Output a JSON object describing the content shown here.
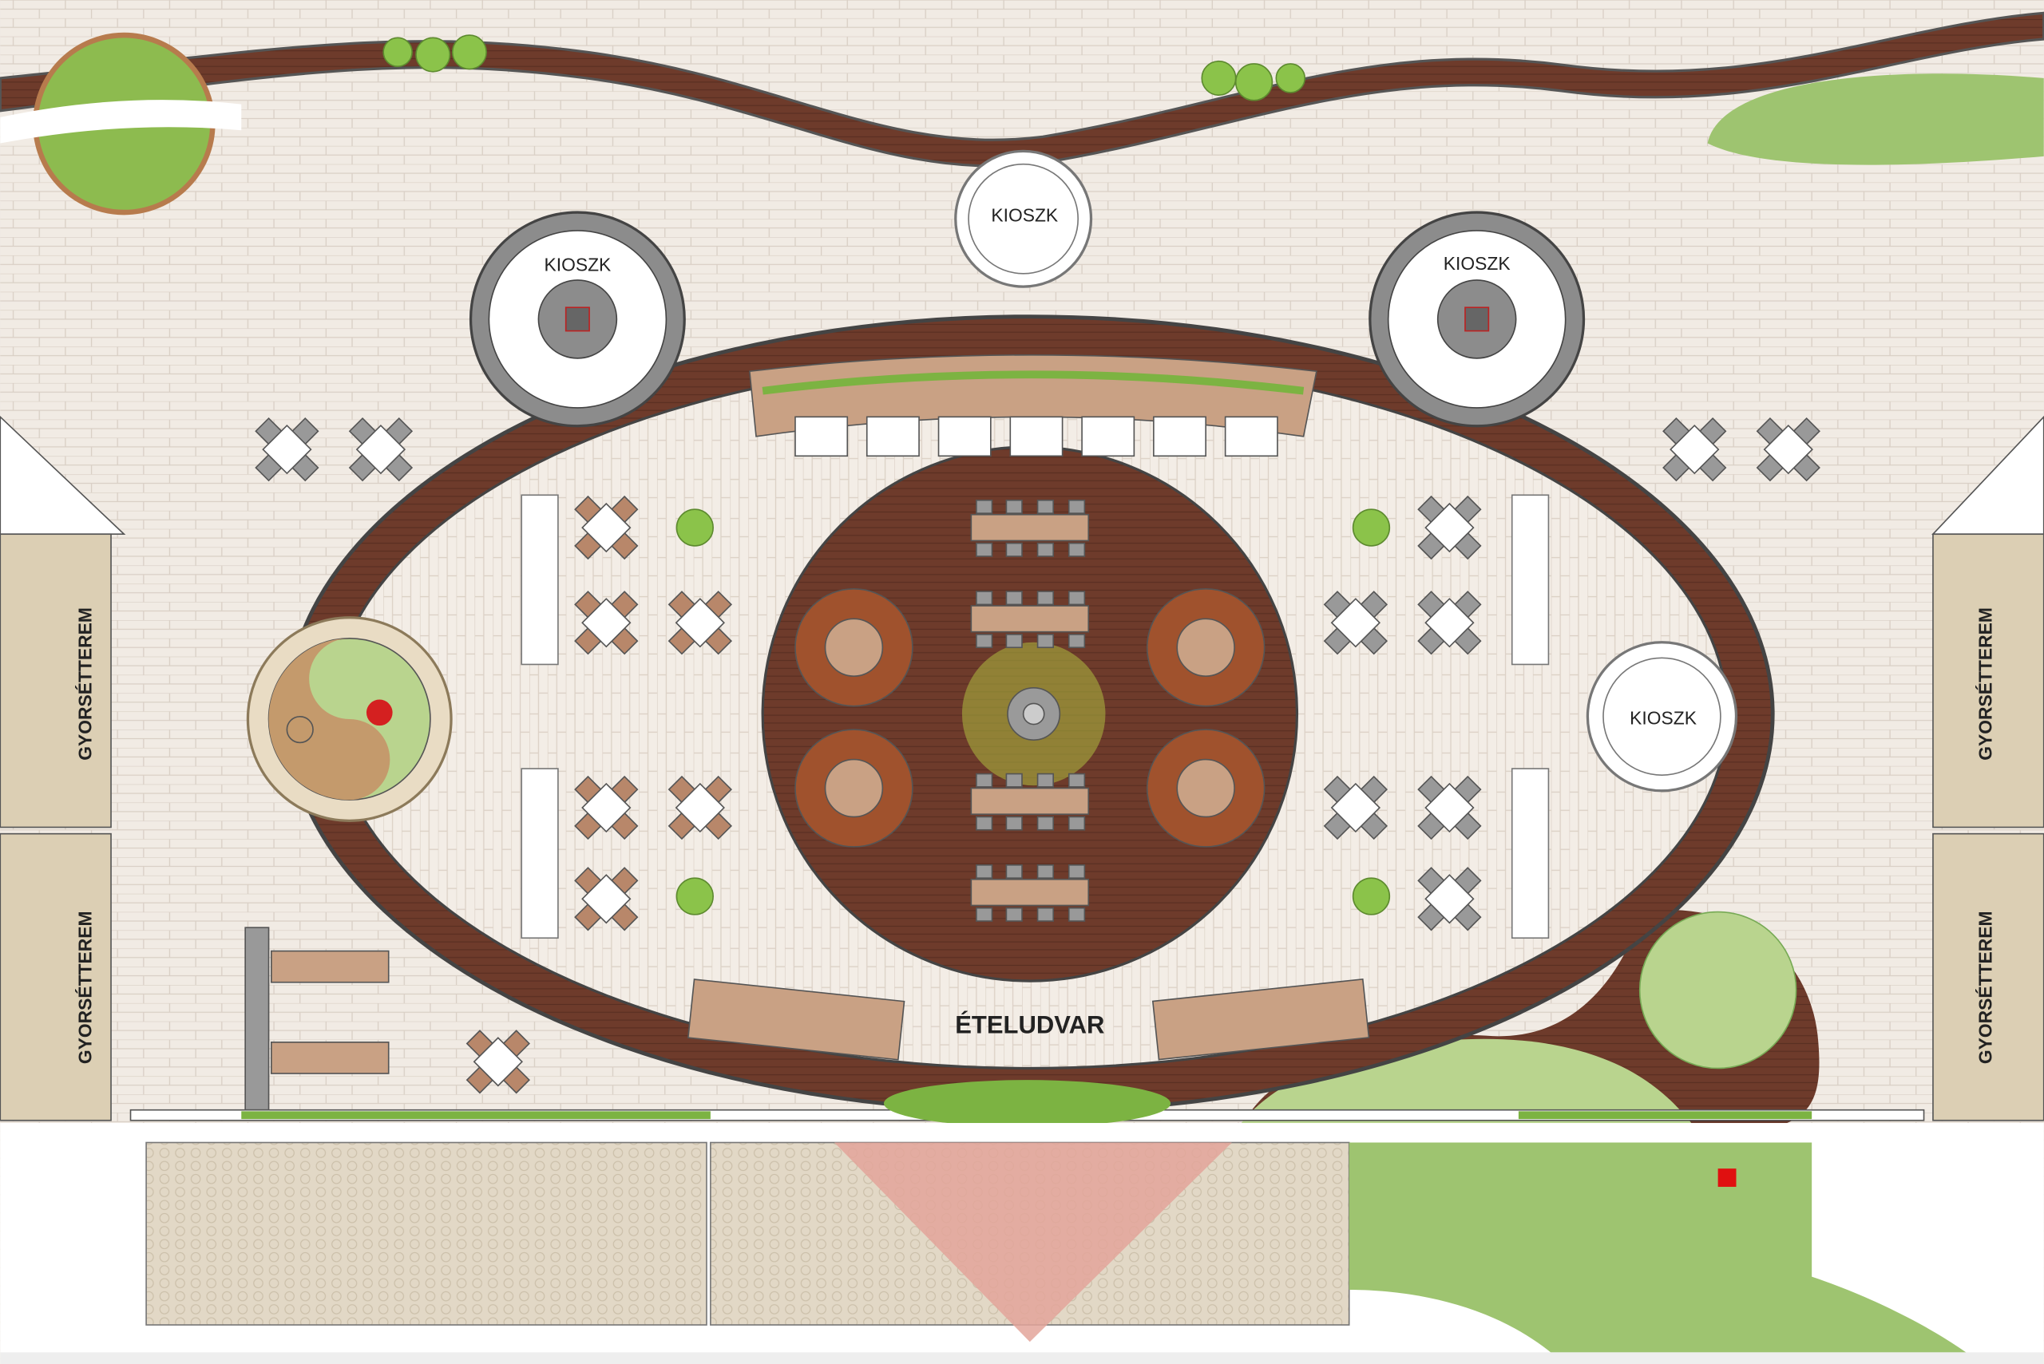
{
  "plan": {
    "main_label": "ÉTELUDVAR",
    "kiosks": [
      "KIOSZK",
      "KIOSZK",
      "KIOSZK",
      "KIOSZK"
    ],
    "restaurants": [
      "GYORSÉTTEREM",
      "GYORSÉTTEREM",
      "GYORSÉTTEREM",
      "GYORSÉTTEREM"
    ]
  },
  "colors": {
    "paving": "#efe9e2",
    "wood": "#6e3b2b",
    "grass": "#8dbb4f",
    "lawn": "#b9d48e",
    "building": "#dccfb4",
    "kiosk_ring": "#8c8c8c",
    "accent_red": "#d42020"
  }
}
